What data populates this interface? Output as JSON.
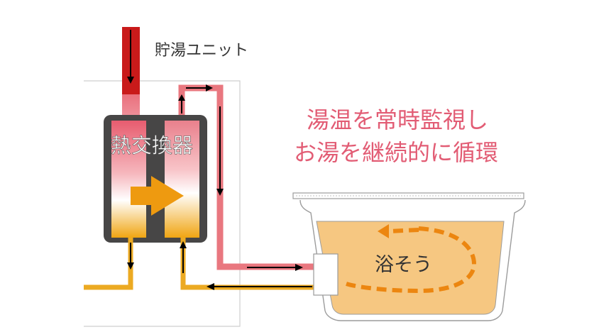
{
  "labels": {
    "tank_unit": "貯湯ユニット",
    "heat_exchanger": "熱交換器",
    "bathtub": "浴そう"
  },
  "caption": {
    "line1": "湯温を常時監視し",
    "line2": "お湯を継続的に循環"
  },
  "colors": {
    "hot_red": "#c91a1a",
    "pipe_pink": "#e9777f",
    "pipe_orange": "#ecaa22",
    "arrow_orange": "#ee9a10",
    "caption_pink": "#e25c74",
    "exchanger_body": "#474646",
    "bath_water": "#f6c781"
  }
}
